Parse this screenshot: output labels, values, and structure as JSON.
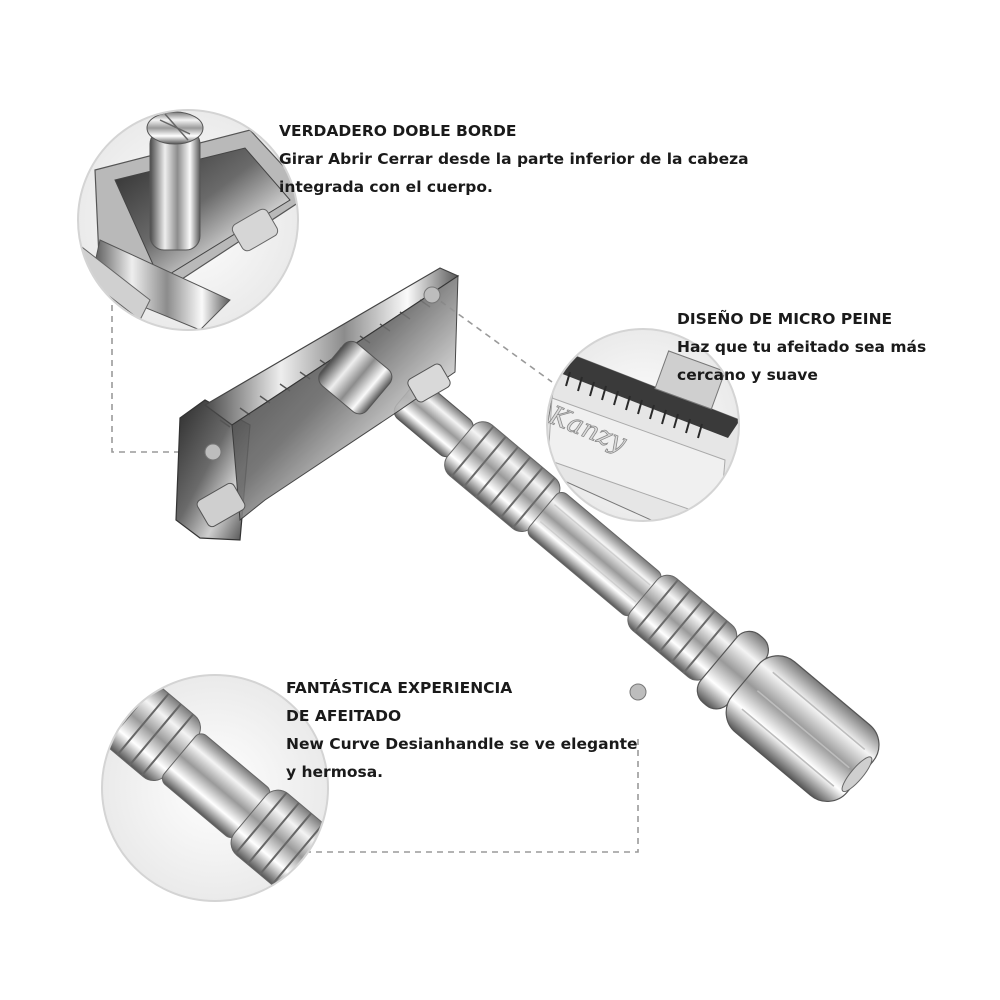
{
  "features": [
    {
      "title": "VERDADERO DOBLE BORDE",
      "lines": [
        "Girar Abrir Cerrar desde la parte inferior de la cabeza",
        "integrada con el cuerpo."
      ]
    },
    {
      "title": "DISEÑO DE MICRO PEINE",
      "lines": [
        "Haz que tu afeitado sea más",
        "cercano y suave"
      ]
    },
    {
      "title_lines": [
        "FANTÁSTICA EXPERIENCIA",
        "DE AFEITADO"
      ],
      "lines": [
        "New Curve Desianhandle se ve elegante",
        "y hermosa."
      ]
    }
  ],
  "engraving": "Kanzy",
  "colors": {
    "chrome_dark": "#3a3a3a",
    "chrome_light": "#f2f2f2",
    "dash": "#9a9a9a"
  }
}
